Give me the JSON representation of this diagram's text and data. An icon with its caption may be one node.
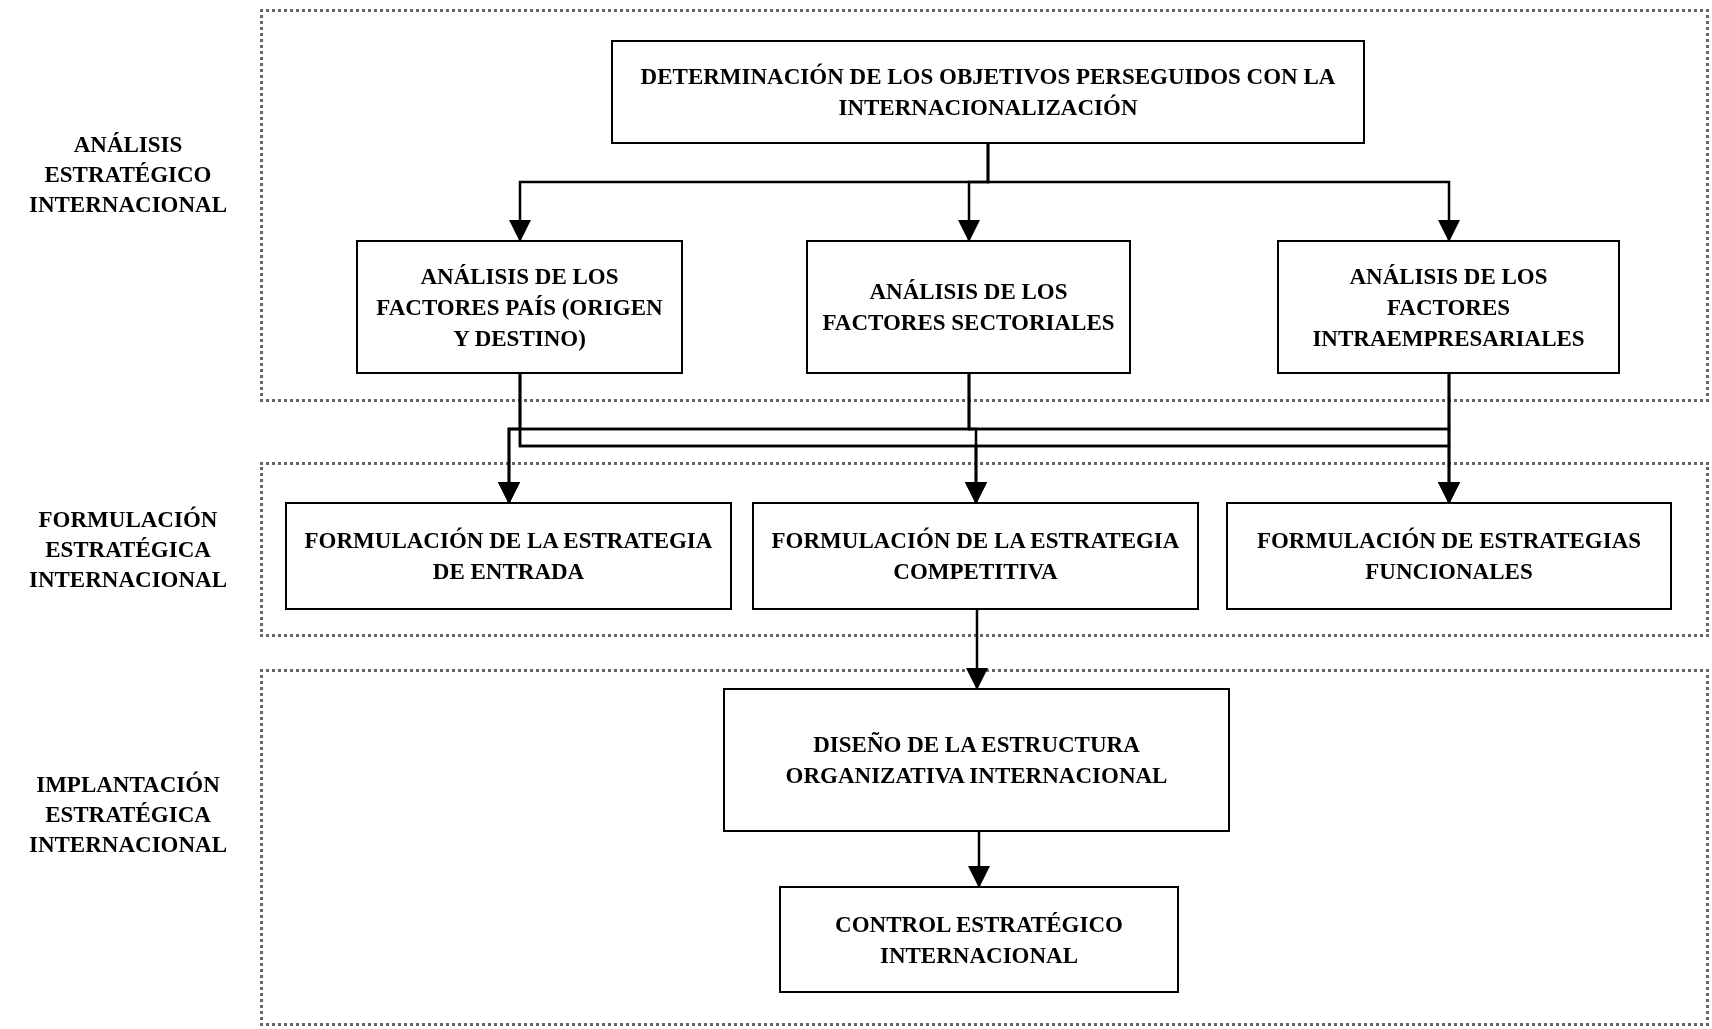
{
  "diagram": {
    "nodes": [
      {
        "text": [
          "ANÁLISIS ESTRATÉGICO INTERNACIONAL"
        ]
      },
      {
        "text": [
          "DETERMINACIÓN DE LOS OBJETIVOS PERSEGUIDOS CON LA INTERNACIONALIZACIÓN"
        ],
        "in": 0
      },
      {
        "text": [
          "ANÁLISIS DE LOS FACTORES PAÍS (ORIGEN Y DESTINO)"
        ],
        "in": 0
      },
      {
        "text": [
          "ANÁLISIS DE LOS FACTORES SECTORIALES"
        ],
        "in": 0
      },
      {
        "text": [
          "ANÁLISIS DE LOS FACTORES INTRAEMPRESARIALES"
        ],
        "in": 0
      },
      {
        "text": [
          "FORMULACIÓN ESTRATÉGICA INTERNACIONAL"
        ]
      },
      {
        "text": [
          "FORMULACIÓN DE LA ESTRATEGIA DE ENTRADA"
        ],
        "in": 5
      },
      {
        "text": [
          "FORMULACIÓN DE LA ESTRATEGIA COMPETITIVA"
        ],
        "in": 5
      },
      {
        "text": [
          "FORMULACIÓN DE ESTRATEGIAS FUNCIONALES"
        ],
        "in": 5
      },
      {
        "text": [
          "IMPLANTACIÓN ESTRATÉGICA INTERNACIONAL"
        ]
      },
      {
        "text": [
          "DISEÑO DE LA ESTRUCTURA ORGANIZATIVA INTERNACIONAL"
        ],
        "in": 9
      },
      {
        "text": [
          "CONTROL ESTRATÉGICO INTERNACIONAL"
        ],
        "in": 9
      }
    ],
    "edges": [
      {
        "from": 1,
        "to": 2,
        "arrow": "to"
      },
      {
        "from": 1,
        "to": 3,
        "arrow": "to"
      },
      {
        "from": 1,
        "to": 4,
        "arrow": "to"
      },
      {
        "from": 2,
        "to": 6,
        "arrow": "to"
      },
      {
        "from": 2,
        "to": 7,
        "arrow": "to"
      },
      {
        "from": 2,
        "to": 8,
        "arrow": "to"
      },
      {
        "from": 3,
        "to": 6,
        "arrow": "to"
      },
      {
        "from": 3,
        "to": 7,
        "arrow": "to"
      },
      {
        "from": 3,
        "to": 8,
        "arrow": "to"
      },
      {
        "from": 4,
        "to": 6,
        "arrow": "to"
      },
      {
        "from": 4,
        "to": 7,
        "arrow": "to"
      },
      {
        "from": 4,
        "to": 8,
        "arrow": "to"
      },
      {
        "from": 7,
        "to": 10,
        "arrow": "to"
      },
      {
        "from": 10,
        "to": 11,
        "arrow": "to"
      }
    ]
  }
}
